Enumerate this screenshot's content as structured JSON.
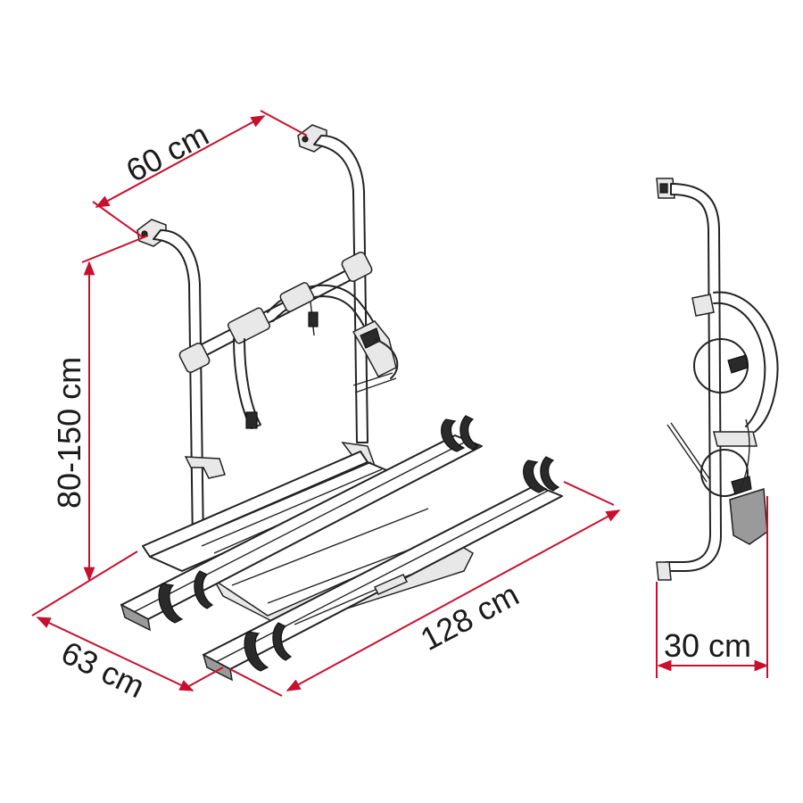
{
  "colors": {
    "dimension": "#c8102e",
    "line": "#222222",
    "background": "#ffffff"
  },
  "dimensions": {
    "width_top": "60 cm",
    "height": "80-150 cm",
    "depth": "63 cm",
    "length": "128 cm",
    "side_depth": "30 cm"
  }
}
